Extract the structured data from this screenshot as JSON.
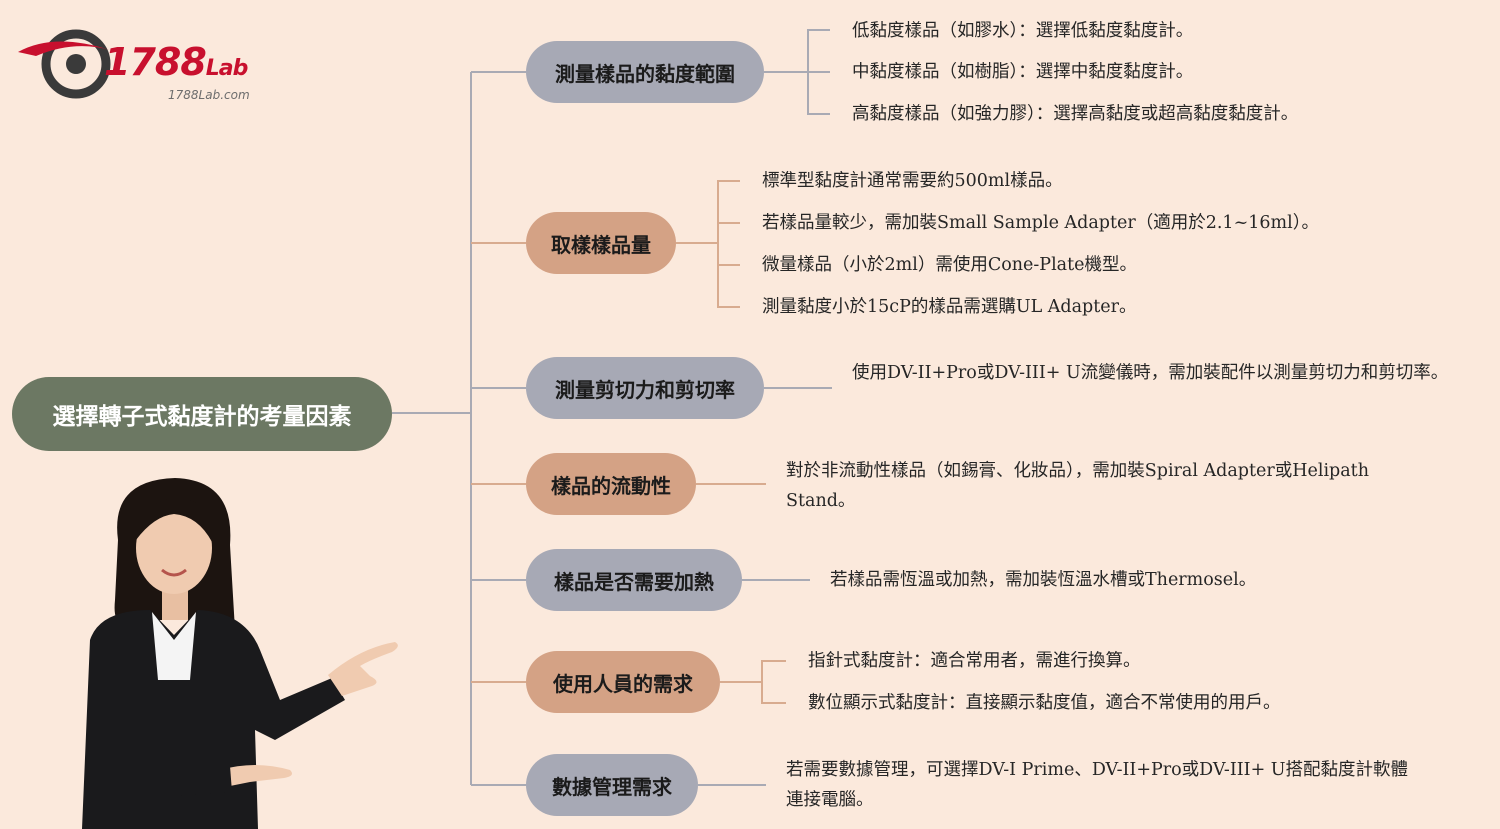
{
  "logo": {
    "brand": "1788",
    "brand_suffix": "Lab",
    "domain": "1788Lab.com"
  },
  "root": {
    "title": "選擇轉子式黏度計的考量因素"
  },
  "branches": [
    {
      "label": "測量樣品的黏度範圍",
      "style": "gray",
      "items": [
        "低黏度樣品（如膠水）：選擇低黏度黏度計。",
        "中黏度樣品（如樹脂）：選擇中黏度黏度計。",
        "高黏度樣品（如強力膠）：選擇高黏度或超高黏度黏度計。"
      ]
    },
    {
      "label": "取樣樣品量",
      "style": "tan",
      "items": [
        "標準型黏度計通常需要約500ml樣品。",
        "若樣品量較少，需加裝Small Sample Adapter（適用於2.1~16ml）。",
        "微量樣品（小於2ml）需使用Cone-Plate機型。",
        "測量黏度小於15cP的樣品需選購UL Adapter。"
      ]
    },
    {
      "label": "測量剪切力和剪切率",
      "style": "gray",
      "items": [
        "使用DV-II+Pro或DV-III+ U流變儀時，需加裝配件以測量剪切力和剪切率。"
      ]
    },
    {
      "label": "樣品的流動性",
      "style": "tan",
      "items": [
        "對於非流動性樣品（如錫膏、化妝品），需加裝Spiral Adapter或Helipath Stand。"
      ]
    },
    {
      "label": "樣品是否需要加熱",
      "style": "gray",
      "items": [
        "若樣品需恆溫或加熱，需加裝恆溫水槽或Thermosel。"
      ]
    },
    {
      "label": "使用人員的需求",
      "style": "tan",
      "items": [
        "指針式黏度計：適合常用者，需進行換算。",
        "數位顯示式黏度計：直接顯示黏度值，適合不常使用的用戶。"
      ]
    },
    {
      "label": "數據管理需求",
      "style": "gray",
      "items": [
        "若需要數據管理，可選擇DV-I Prime、DV-II+Pro或DV-III+ U搭配黏度計軟體連接電腦。"
      ]
    }
  ],
  "colors": {
    "background": "#fbe9dc",
    "root": "#6c7863",
    "pill_gray": "#a7a9b5",
    "pill_tan": "#d4a285",
    "line_gray": "#a9aab4",
    "line_tan": "#d8ab8f",
    "logo_red": "#c8102e"
  },
  "illustration": {
    "icon": "presenter-woman-icon"
  }
}
